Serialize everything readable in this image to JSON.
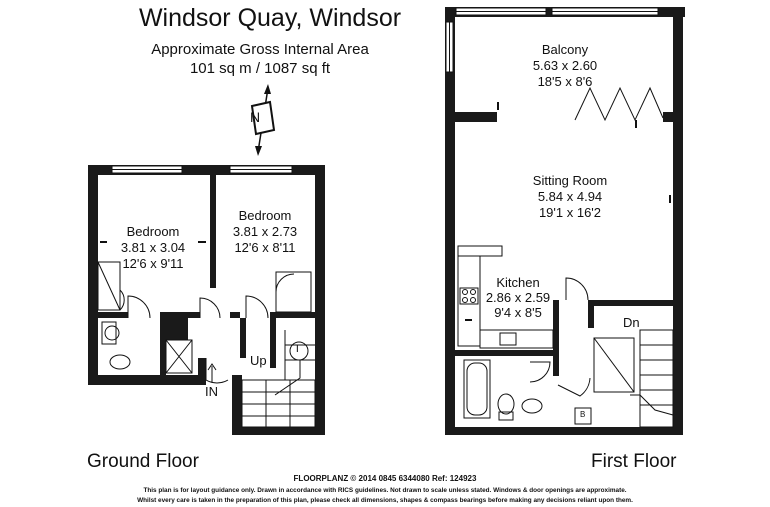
{
  "header": {
    "title": "Windsor Quay, Windsor",
    "area_label": "Approximate Gross Internal Area",
    "area_value": "101 sq m / 1087 sq ft"
  },
  "compass": {
    "letter": "N"
  },
  "ground_floor": {
    "label": "Ground Floor",
    "bedroom1": {
      "name": "Bedroom",
      "metric": "3.81 x 3.04",
      "imperial": "12'6 x 9'11"
    },
    "bedroom2": {
      "name": "Bedroom",
      "metric": "3.81 x 2.73",
      "imperial": "12'6 x 8'11"
    },
    "up": "Up",
    "entrance": "IN",
    "cupboard": "T"
  },
  "first_floor": {
    "label": "First Floor",
    "balcony": {
      "name": "Balcony",
      "metric": "5.63 x 2.60",
      "imperial": "18'5 x 8'6"
    },
    "sitting_room": {
      "name": "Sitting Room",
      "metric": "5.84 x 4.94",
      "imperial": "19'1 x 16'2"
    },
    "kitchen": {
      "name": "Kitchen",
      "metric": "2.86 x 2.59",
      "imperial": "9'4 x 8'5"
    },
    "down": "Dn",
    "boiler": "B"
  },
  "footer": {
    "line1": "FLOORPLANZ © 2014    0845 6344080   Ref: 124923",
    "line2": "This plan is for layout guidance only. Drawn in accordance with RICS guidelines. Not drawn to scale unless stated. Windows & door openings are approximate.",
    "line3": "Whilst every care is taken in the preparation of this plan, please check all dimensions, shapes & compass bearings before making any decisions reliant upon them."
  }
}
